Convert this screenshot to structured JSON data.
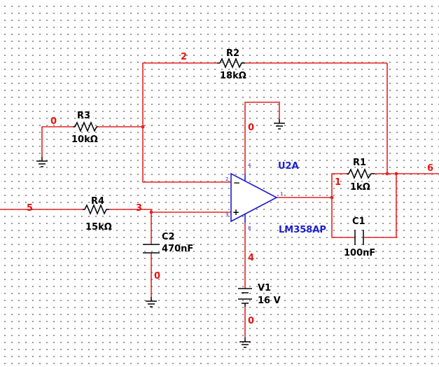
{
  "colors": {
    "wire": "#e32424",
    "net_label": "#e8140f",
    "component": "#000000",
    "opamp": "#1c1cd4",
    "grid_dot": "#6f6f6f",
    "background": "#ffffff"
  },
  "components": {
    "r2": {
      "ref": "R2",
      "value": "18kΩ"
    },
    "r3": {
      "ref": "R3",
      "value": "10kΩ"
    },
    "r4": {
      "ref": "R4",
      "value": "15kΩ"
    },
    "r1": {
      "ref": "R1",
      "value": "1kΩ"
    },
    "c1": {
      "ref": "C1",
      "value": "100nF"
    },
    "c2": {
      "ref": "C2",
      "value": "470nF"
    },
    "v1": {
      "ref": "V1",
      "value": "16 V"
    },
    "u2a": {
      "ref": "U2A",
      "part": "LM358AP"
    }
  },
  "nets": {
    "n0_r3": "0",
    "n2": "2",
    "n0_vp": "0",
    "n1": "1",
    "n6": "6",
    "n5": "5",
    "n3": "3",
    "n4": "4",
    "n0_c2": "0",
    "n0_v1": "0"
  },
  "pins": {
    "inv": "2",
    "noninv": "3",
    "out": "1",
    "vplus": "4",
    "vminus": "8",
    "minus_sym": "−",
    "plus_sym": "+"
  }
}
